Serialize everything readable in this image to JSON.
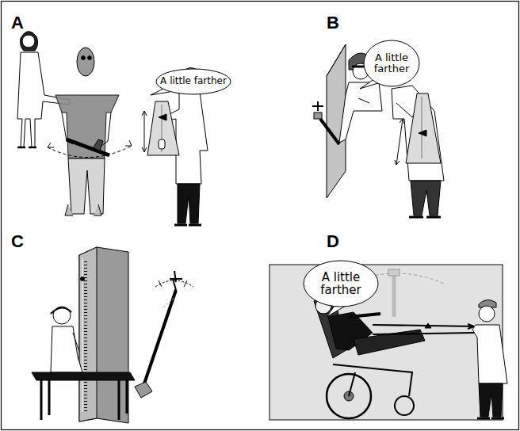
{
  "diagram": {
    "nodes": [
      {
        "text": [
          "A little farther"
        ]
      },
      {
        "text": [
          "A little farther"
        ]
      },
      {
        "text": [
          "A little farther"
        ]
      }
    ],
    "labels": [
      "A",
      "B",
      "C",
      "D"
    ]
  }
}
